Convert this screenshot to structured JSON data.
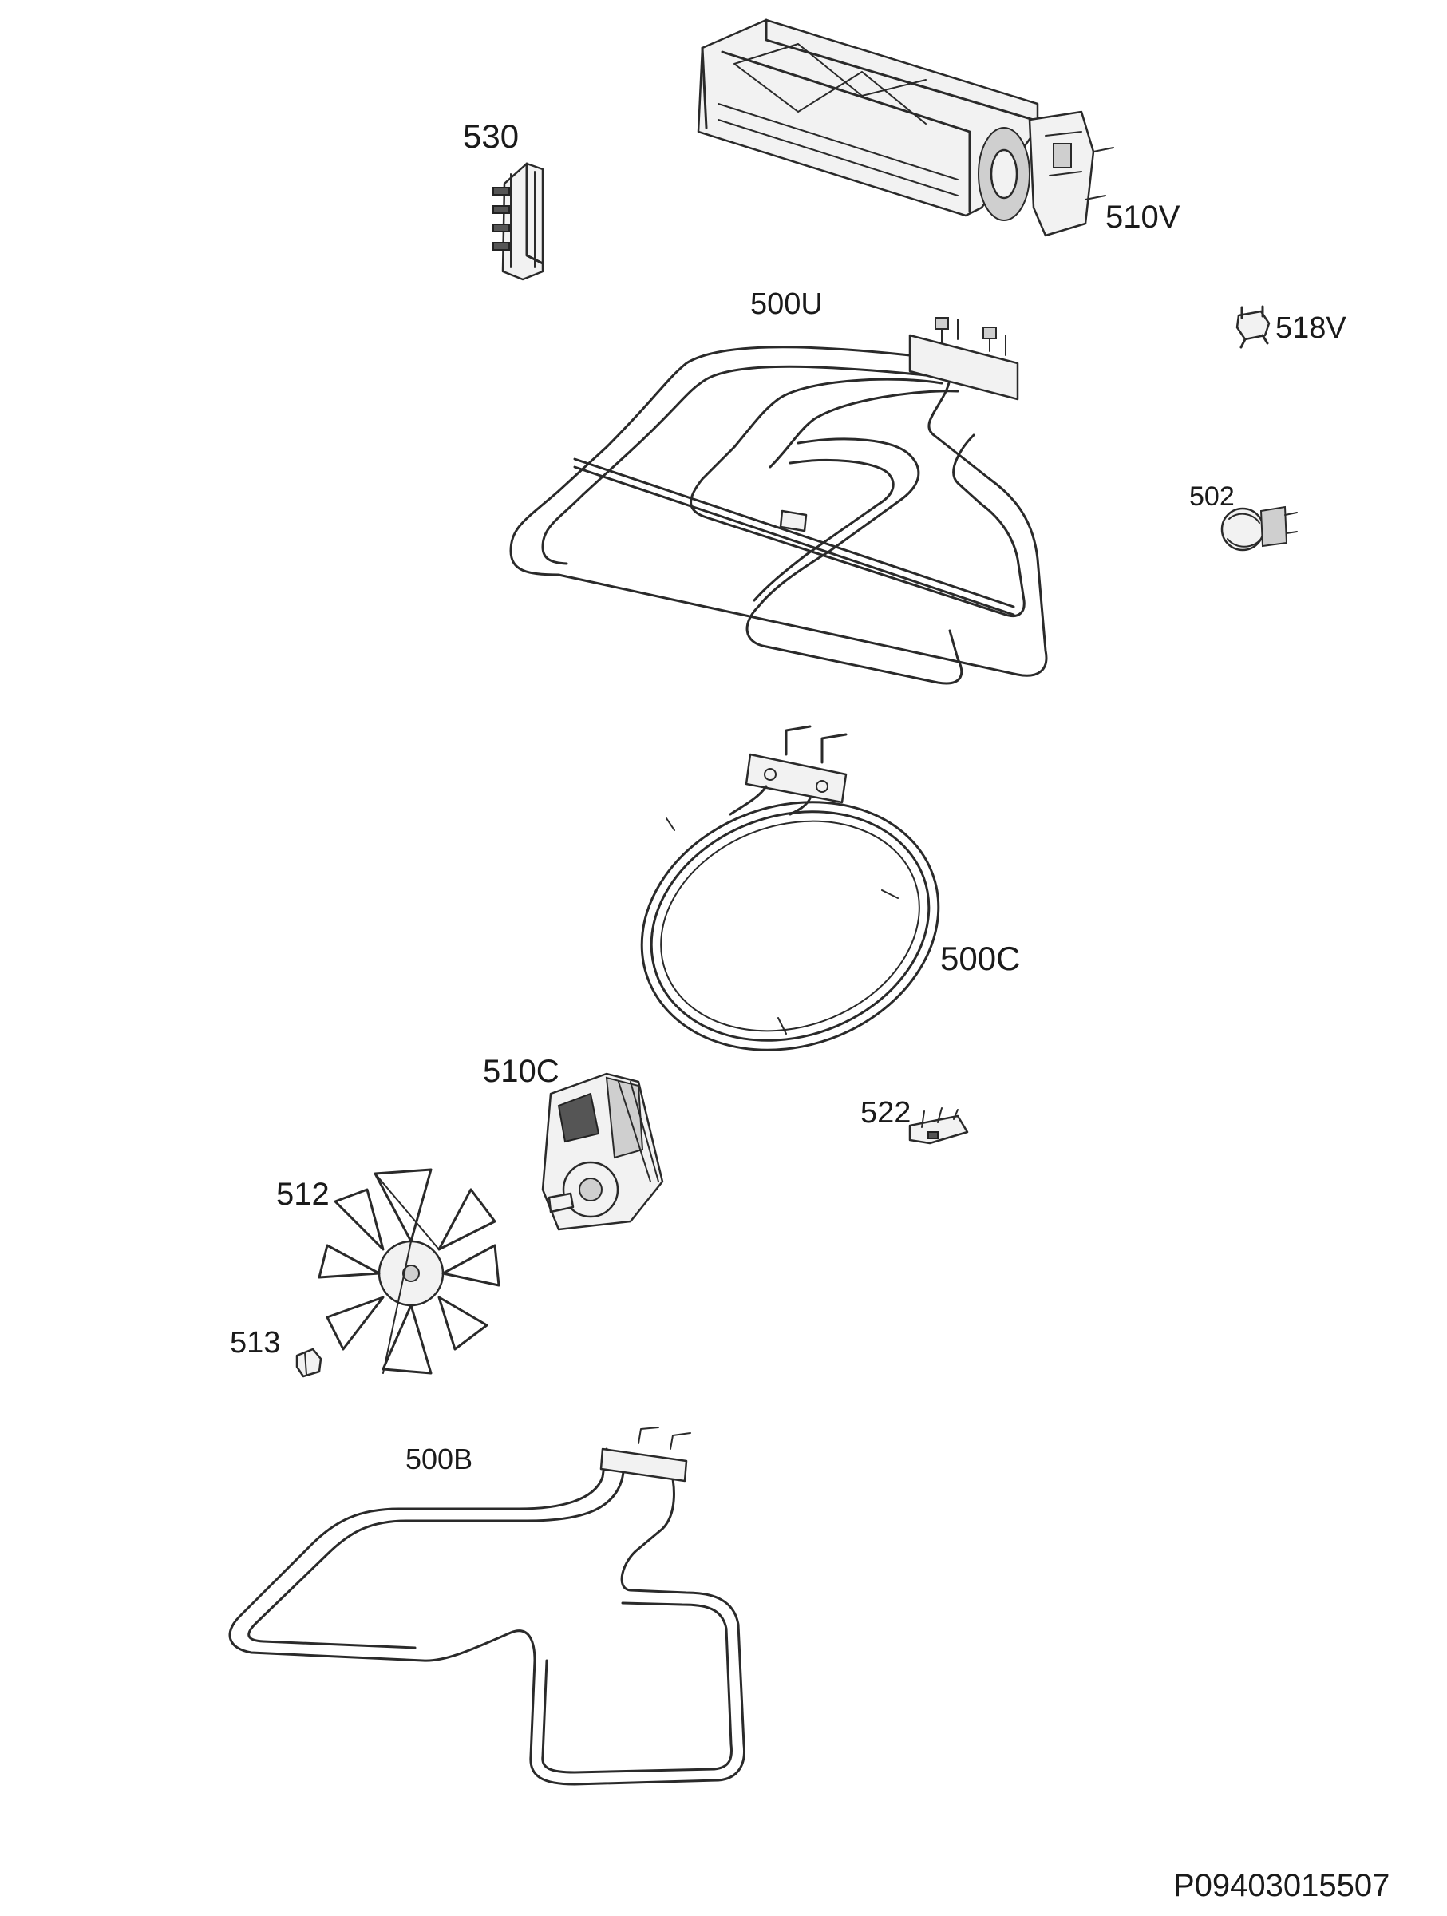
{
  "diagram": {
    "labels": {
      "p530": "530",
      "p510v": "510V",
      "p500u": "500U",
      "p518v": "518V",
      "p502": "502",
      "p500c": "500C",
      "p510c": "510C",
      "p522": "522",
      "p512": "512",
      "p513": "513",
      "p500b": "500B"
    },
    "drawing_id": "P09403015507"
  }
}
